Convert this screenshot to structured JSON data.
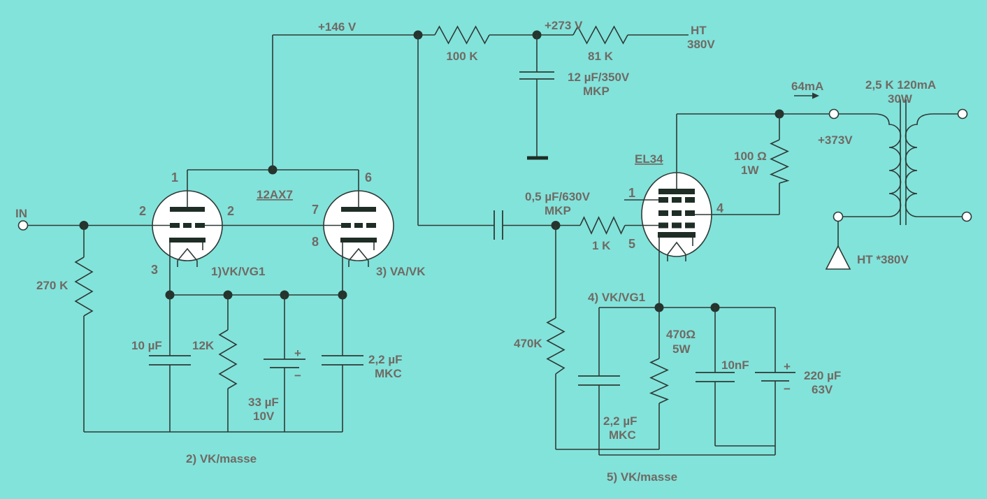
{
  "colors": {
    "background": "#82e3db",
    "wire": "#2e3a35",
    "text": "#6f6a63",
    "component_fill": "#ffffff",
    "electrode_bar": "#1e2d26"
  },
  "labels": {
    "v146": "+146 V",
    "r100k": "100 K",
    "v273": "+273 V",
    "c12uf_l1": "12 µF/350V",
    "c12uf_l2": "MKP",
    "r81k": "81 K",
    "ht_l1": "HT",
    "ht_l2": "380V",
    "input": "IN",
    "r270k": "270 K",
    "tube1_name": "12AX7",
    "t1_pin1": "1",
    "t1_pin2_left": "2",
    "t1_pin2_right": "2",
    "t1_pin3": "3",
    "t2_pin6": "6",
    "t2_pin7": "7",
    "t2_pin8": "8",
    "note1": "1)VK/VG1",
    "note3": "3) VA/VK",
    "c10uf": "10 µF",
    "r12k": "12K",
    "c33uf_l1": "33 µF",
    "c33uf_l2": "10V",
    "c33uf_plus": "+",
    "c33uf_minus": "−",
    "c22a_l1": "2,2 µF",
    "c22a_l2": "MKC",
    "note2": "2) VK/masse",
    "c05uf_l1": "0,5 µF/630V",
    "c05uf_l2": "MKP",
    "r1k": "1 K",
    "tube3_name": "EL34",
    "e_pin1": "1",
    "e_pin4": "4",
    "e_pin5": "5",
    "r100_l1": "100 Ω",
    "r100_l2": "1W",
    "i64": "64mA",
    "opt_l1": "2,5 K 120mA",
    "opt_l2": "30W",
    "v373": "+373V",
    "ht_star": "HT *380V",
    "r470k": "470K",
    "note4": "4) VK/VG1",
    "r470_l1": "470Ω",
    "r470_l2": "5W",
    "c10nf": "10nF",
    "c220_l1": "220 µF",
    "c220_l2": "63V",
    "c220_plus": "+",
    "c220_minus": "−",
    "c22b_l1": "2,2 µF",
    "c22b_l2": "MKC",
    "note5": "5) VK/masse"
  }
}
